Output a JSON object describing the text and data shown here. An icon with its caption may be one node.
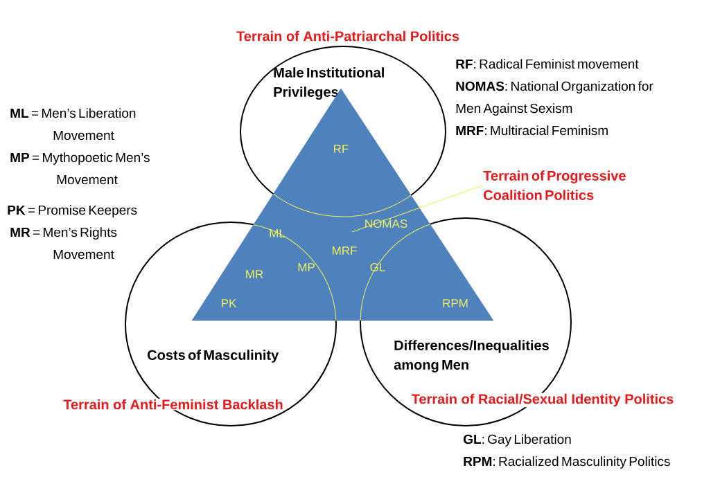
{
  "diagram": {
    "nodes": [
      {
        "text": [
          "Male Institutional Privileges"
        ],
        "beside": [
          "Terrain of Anti-Patriarchal Politics"
        ]
      },
      {
        "text": [
          "Costs of Masculinity"
        ]
      },
      {
        "text": [
          "Differences/Inequalities among Men"
        ]
      },
      {
        "text": [],
        "shape": "triangle"
      },
      {
        "text": [
          "RF"
        ]
      },
      {
        "text": [
          "NOMAS"
        ],
        "in": 3
      },
      {
        "text": [
          "ML"
        ]
      },
      {
        "text": [
          "MRF"
        ],
        "in": 3
      },
      {
        "text": [
          "MP"
        ]
      },
      {
        "text": [
          "MR"
        ]
      },
      {
        "text": [
          "GL"
        ]
      },
      {
        "text": [
          "PK"
        ]
      },
      {
        "text": [
          "RPM"
        ]
      },
      {
        "text": [
          "Terrain of Progressive Coalition Politics"
        ]
      }
    ],
    "edges": [
      {
        "from": 13,
        "to": 3,
        "arrow": "none"
      }
    ],
    "labels": [
      "**RF**: Radical Feminist movement",
      "**NOMAS**: National Organization for Men Against Sexism",
      "**MRF**: Multiracial Feminism",
      "**ML** = Men’s Liberation Movement",
      "**MP** = Mythopoetic Men’s Movement",
      "**PK** =  Promise Keepers",
      "**MR** = Men’s Rights Movement",
      "Terrain of Racial/Sexual Identity Politics",
      "Terrain of Anti-Feminist Backlash",
      "**GL**: Gay Liberation",
      "**RPM**: Racialized Masculinity Politics"
    ]
  }
}
